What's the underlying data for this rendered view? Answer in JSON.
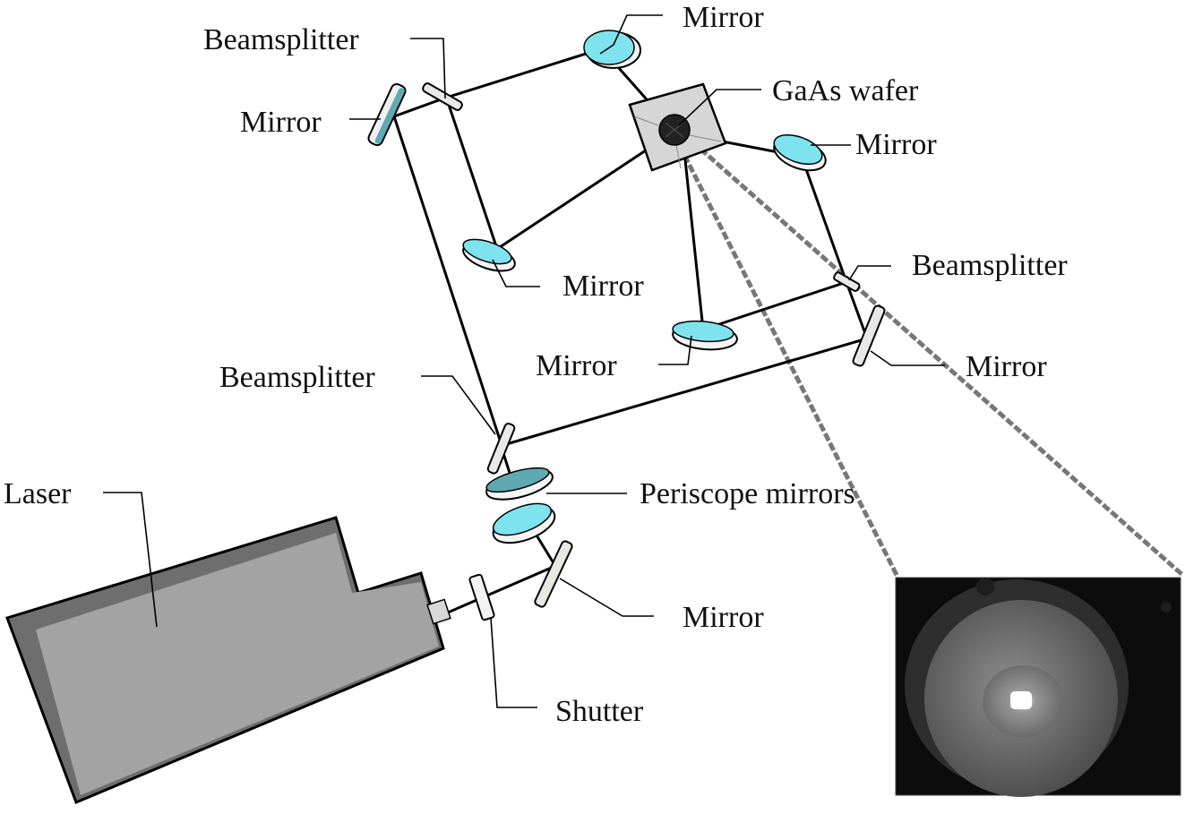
{
  "title": "Optical setup: laser, beamsplitters, mirrors and GaAs wafer",
  "labels": {
    "laser": "Laser",
    "shutter": "Shutter",
    "periscope": "Periscope mirrors",
    "beamsplitter_top": "Beamsplitter",
    "beamsplitter_left": "Beamsplitter",
    "beamsplitter_right": "Beamsplitter",
    "mirror_top": "Mirror",
    "mirror_left": "Mirror",
    "mirror_center": "Mirror",
    "mirror_right_upper": "Mirror",
    "mirror_lower_center": "Mirror",
    "mirror_right_lower": "Mirror",
    "mirror_bottom": "Mirror",
    "wafer": "GaAs wafer"
  },
  "colors": {
    "mirror_face": "#7fe3ef",
    "mirror_face_dark": "#5fa9b3",
    "laser_body": "#a3a3a3",
    "laser_edge": "#6e6e6e",
    "wafer_plate": "#d6d6d6",
    "wafer_disc": "#222222",
    "inset_bg": "#0c0c0c"
  }
}
